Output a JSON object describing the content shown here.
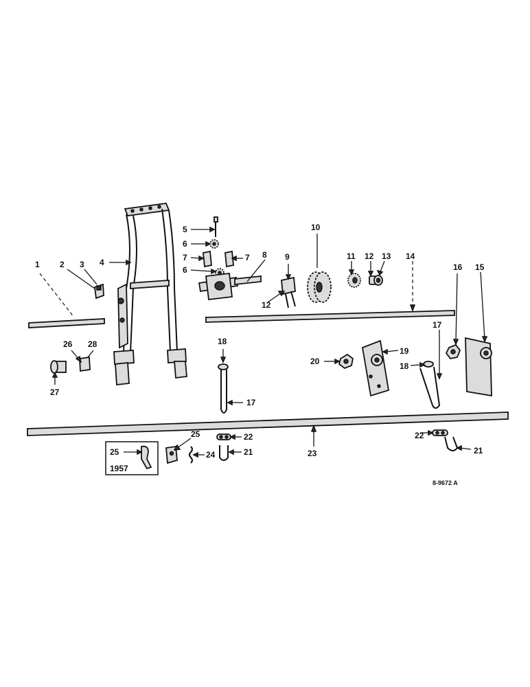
{
  "callouts": {
    "c1": "1",
    "c2": "2",
    "c3": "3",
    "c4": "4",
    "c5": "5",
    "c6a": "6",
    "c6b": "6",
    "c7a": "7",
    "c7b": "7",
    "c8": "8",
    "c9": "9",
    "c10": "10",
    "c11": "11",
    "c12a": "12",
    "c12b": "12",
    "c13": "13",
    "c14": "14",
    "c15": "15",
    "c16": "16",
    "c17a": "17",
    "c17b": "17",
    "c18a": "18",
    "c18b": "18",
    "c19": "19",
    "c20": "20",
    "c21a": "21",
    "c21b": "21",
    "c22a": "22",
    "c22b": "22",
    "c23": "23",
    "c24": "24",
    "c25a": "25",
    "c25b": "25",
    "c26": "26",
    "c27": "27",
    "c28": "28"
  },
  "inset": {
    "year": "1957"
  },
  "drawing_number": "8-9672 A"
}
